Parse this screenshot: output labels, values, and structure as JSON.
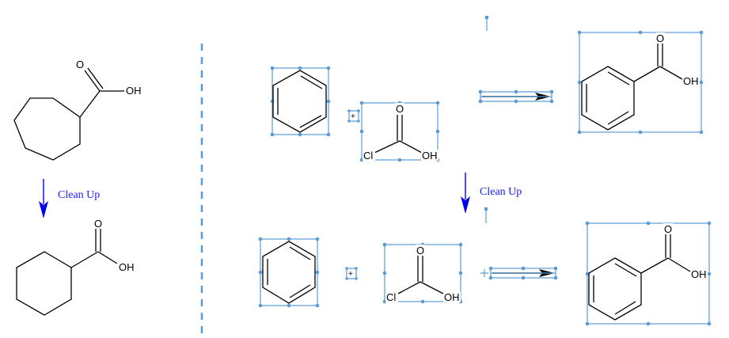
{
  "labels": {
    "oxygen": "O",
    "hydroxyl": "OH",
    "chlorine": "Cl",
    "plus": "+"
  },
  "captions": {
    "left": "Clean Up",
    "right": "Clean Up"
  },
  "colors": {
    "caption": "#1a1aff",
    "arrow": "#0000ee",
    "selection": "#5b9bd5",
    "divider": "#5b9bd5",
    "bond": "#000000"
  }
}
